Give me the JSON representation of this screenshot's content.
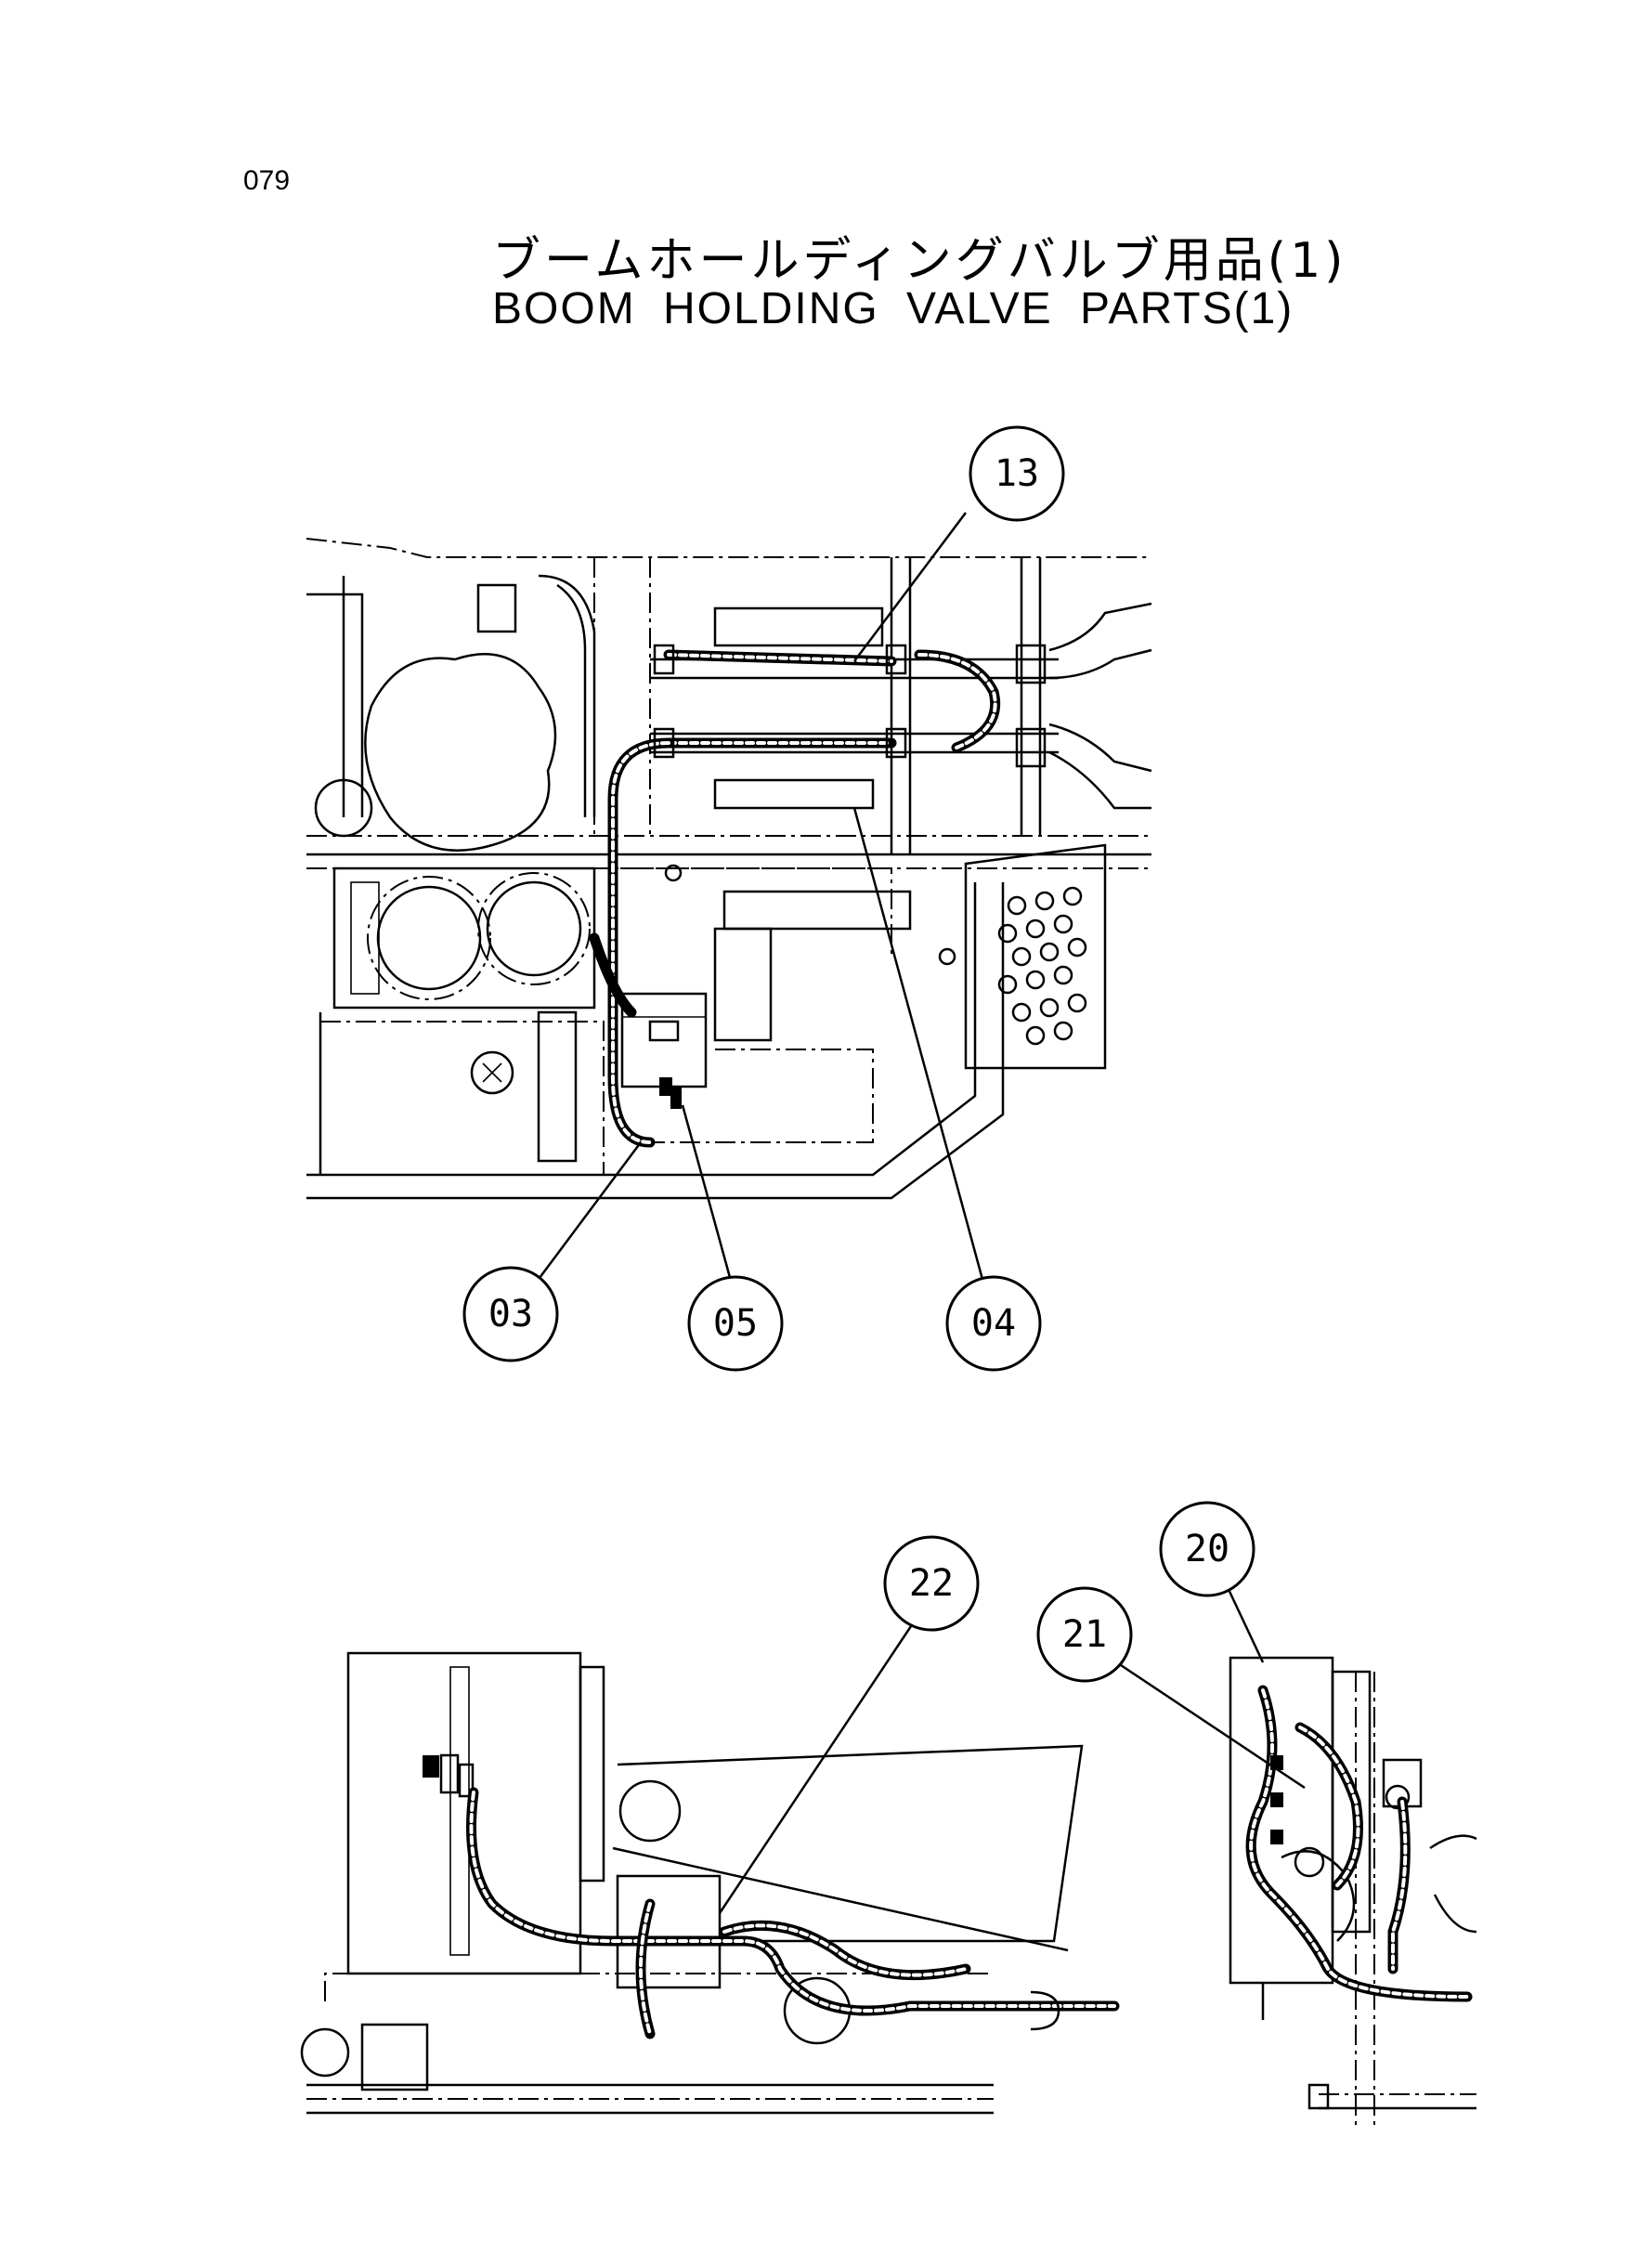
{
  "page": {
    "number": "079",
    "title_jp": "ブームホールディングバルブ用品(1)",
    "title_en": "BOOM HOLDING VALVE PARTS(1)"
  },
  "callouts": {
    "c13": "13",
    "c03": "03",
    "c05": "05",
    "c04": "04",
    "c20": "20",
    "c22": "22",
    "c21": "21"
  }
}
